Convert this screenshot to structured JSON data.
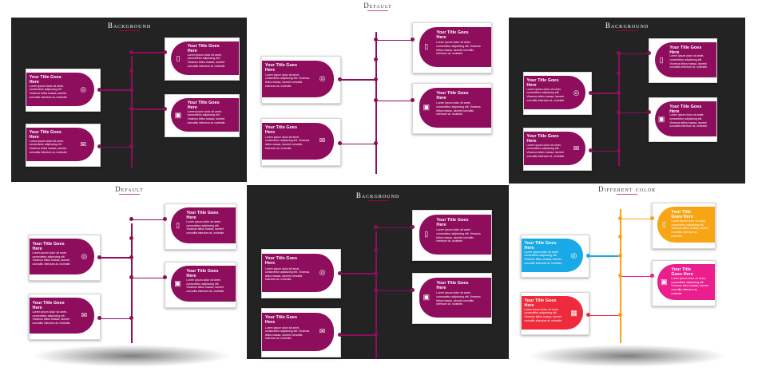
{
  "slides": [
    {
      "title": "Background",
      "theme": "dark"
    },
    {
      "title": "Default",
      "theme": "light"
    },
    {
      "title": "Background",
      "theme": "dark"
    },
    {
      "title": "Default",
      "theme": "light"
    },
    {
      "title": "Background",
      "theme": "dark"
    },
    {
      "title": "Different color",
      "theme": "light"
    }
  ],
  "card": {
    "title": "Your Title Goes Here",
    "body": "Lorem ipsum dolor sit amet, consectetur adipiscing elit. Vivamus tellus massa, laoreet convallis interdum at, molestie."
  },
  "icons": [
    "globe-icon",
    "mail-icon",
    "phone-icon",
    "briefcase-icon",
    "calendar-icon"
  ],
  "colors": {
    "primary": "#8e0d5c",
    "dark_bg": "#232323",
    "blue": "#19a9e6",
    "red": "#ee2a3c",
    "orange": "#f7a515",
    "pink": "#ea1e8c"
  }
}
